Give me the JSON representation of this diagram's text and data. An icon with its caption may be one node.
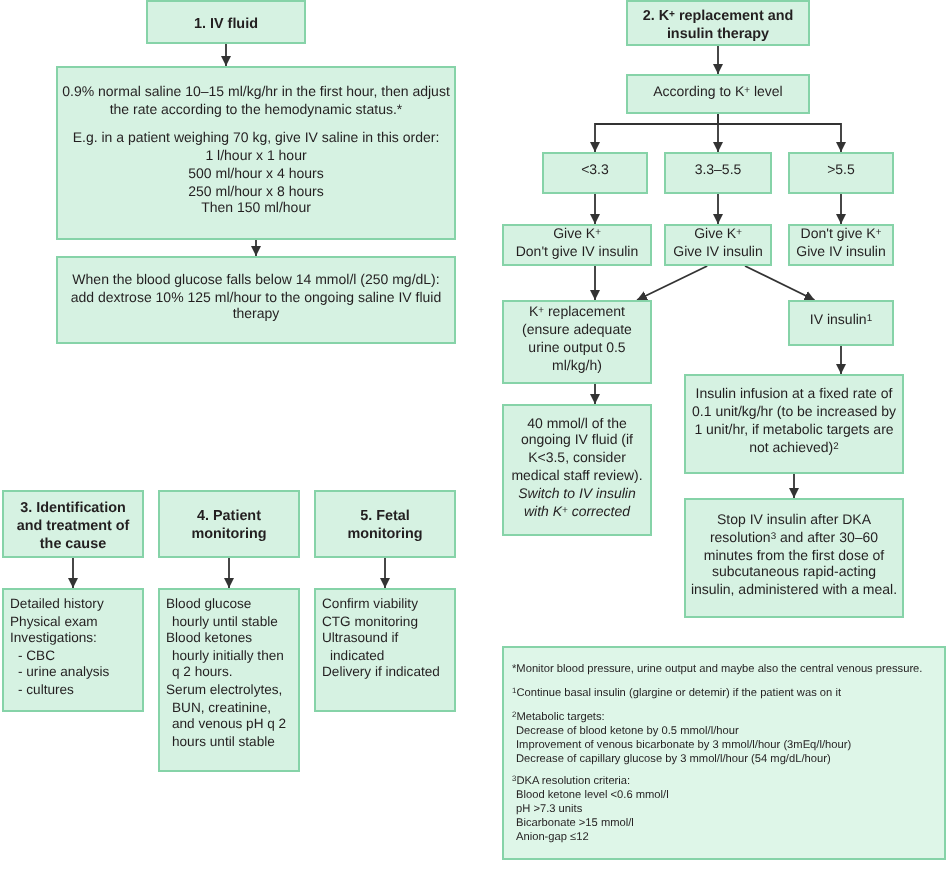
{
  "diagram": {
    "nodes": [
      {
        "text": [
          "1. IV fluid"
        ]
      },
      {
        "text": [
          "0.9% normal saline 10–15 ml/kg/hr in the first hour, then adjust the rate according to the hemodynamic status.*",
          "E.g. in a patient weighing 70 kg, give IV saline in this order:",
          "1 l/hour x 1 hour",
          "500 ml/hour x 4 hours",
          "250 ml/hour x 8 hours",
          "Then 150 ml/hour"
        ]
      },
      {
        "text": [
          "When the blood glucose falls below 14 mmol/l (250 mg/dL): add dextrose 10% 125 ml/hour to the ongoing saline IV fluid therapy"
        ]
      },
      {
        "text": [
          "3. Identification and treatment of the cause"
        ]
      },
      {
        "text": [
          "4. Patient monitoring"
        ]
      },
      {
        "text": [
          "5. Fetal monitoring"
        ]
      },
      {
        "text": [
          "Detailed history",
          "Physical exam",
          "Investigations:",
          "- CBC",
          "- urine analysis",
          "- cultures"
        ]
      },
      {
        "text": [
          "Blood glucose hourly until stable",
          "Blood ketones hourly initially then q 2 hours.",
          "Serum electrolytes, BUN, creatinine, and venous pH q 2 hours until stable"
        ]
      },
      {
        "text": [
          "Confirm viability",
          "CTG monitoring",
          "Ultrasound if indicated",
          "Delivery if indicated"
        ]
      },
      {
        "text": [
          "2. K$^{+}$ replacement and insulin therapy"
        ]
      },
      {
        "text": [
          "According to K$^{+}$ level"
        ]
      },
      {
        "text": [
          "<3.3"
        ]
      },
      {
        "text": [
          "3.3–5.5"
        ]
      },
      {
        "text": [
          ">5.5"
        ]
      },
      {
        "text": [
          "Give K$^{+}$",
          "Don't give IV insulin"
        ]
      },
      {
        "text": [
          "Give K$^{+}$",
          "Give IV insulin"
        ]
      },
      {
        "text": [
          "Don't give K$^{+}$",
          "Give IV insulin"
        ]
      },
      {
        "text": [
          "K$^{+}$ replacement (ensure adequate urine output 0.5 ml/kg/h)"
        ]
      },
      {
        "text": [
          "IV insulin$^{1}$"
        ]
      },
      {
        "text": [
          "40 mmol/l of the ongoing IV fluid (if K<3.5, consider medical staff review).",
          "Switch to IV insulin with K$^{+}$ corrected"
        ]
      },
      {
        "text": [
          "Insulin infusion at a fixed rate of 0.1 unit/kg/hr (to be increased by 1 unit/hr, if metabolic targets are not achieved)$^{2}$"
        ]
      },
      {
        "text": [
          "Stop IV insulin after DKA resolution$^{3}$ and after 30–60 minutes from the first dose of subcutaneous rapid-acting insulin, administered with a meal."
        ]
      },
      {
        "text": [
          "*Monitor blood pressure, urine output and maybe also the central venous pressure.",
          "$^{1}$Continue basal insulin (glargine or detemir) if the patient was on it",
          "$^{2}$Metabolic targets:",
          "Decrease of blood ketone by 0.5 mmol/l/hour",
          "Improvement of venous bicarbonate by 3 mmol/l/hour (3mEq/l/hour)",
          "Decrease of capillary glucose by 3 mmol/l/hour (54 mg/dL/hour)",
          "$^{3}$DKA resolution criteria:",
          "Blood ketone level <0.6 mmol/l",
          "pH >7.3 units",
          "Bicarbonate >15 mmol/l",
          "Anion-gap ≤12"
        ]
      }
    ],
    "edges": [
      {
        "from": 0,
        "to": 1,
        "arrow": "to"
      },
      {
        "from": 1,
        "to": 2,
        "arrow": "to"
      },
      {
        "from": 3,
        "to": 6,
        "arrow": "to"
      },
      {
        "from": 4,
        "to": 7,
        "arrow": "to"
      },
      {
        "from": 5,
        "to": 8,
        "arrow": "to"
      },
      {
        "from": 9,
        "to": 10,
        "arrow": "to"
      },
      {
        "from": 10,
        "to": 11,
        "arrow": "to"
      },
      {
        "from": 10,
        "to": 12,
        "arrow": "to"
      },
      {
        "from": 10,
        "to": 13,
        "arrow": "to"
      },
      {
        "from": 11,
        "to": 14,
        "arrow": "to"
      },
      {
        "from": 12,
        "to": 15,
        "arrow": "to"
      },
      {
        "from": 13,
        "to": 16,
        "arrow": "to"
      },
      {
        "from": 14,
        "to": 17,
        "arrow": "to"
      },
      {
        "from": 15,
        "to": 17,
        "arrow": "to"
      },
      {
        "from": 15,
        "to": 18,
        "arrow": "to"
      },
      {
        "from": 17,
        "to": 19,
        "arrow": "to"
      },
      {
        "from": 18,
        "to": 20,
        "arrow": "to"
      },
      {
        "from": 20,
        "to": 21,
        "arrow": "to"
      }
    ]
  }
}
